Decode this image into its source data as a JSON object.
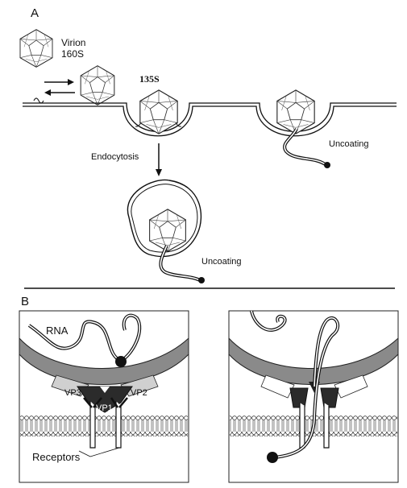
{
  "panel_a": {
    "letter": "A",
    "virion_label_line1": "Virion",
    "virion_label_line2": "160S",
    "intermediate_label": "135S",
    "endocytosis_label": "Endocytosis",
    "uncoating_label_top": "Uncoating",
    "uncoating_label_bottom": "Uncoating"
  },
  "panel_b": {
    "letter": "B",
    "rna_label": "RNA",
    "vp3_label": "VP3",
    "vp2_label": "VP2",
    "vp1_label": "VP1",
    "receptors_label": "Receptors"
  }
}
